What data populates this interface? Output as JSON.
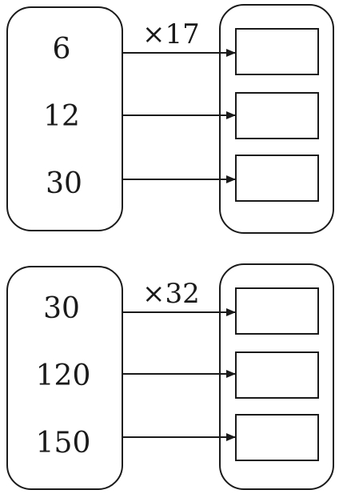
{
  "groups": [
    {
      "operation": "×17",
      "inputs": [
        "6",
        "12",
        "30"
      ]
    },
    {
      "operation": "×32",
      "inputs": [
        "30",
        "120",
        "150"
      ]
    }
  ],
  "colors": {
    "stroke": "#1a1a1a",
    "background": "#ffffff"
  }
}
